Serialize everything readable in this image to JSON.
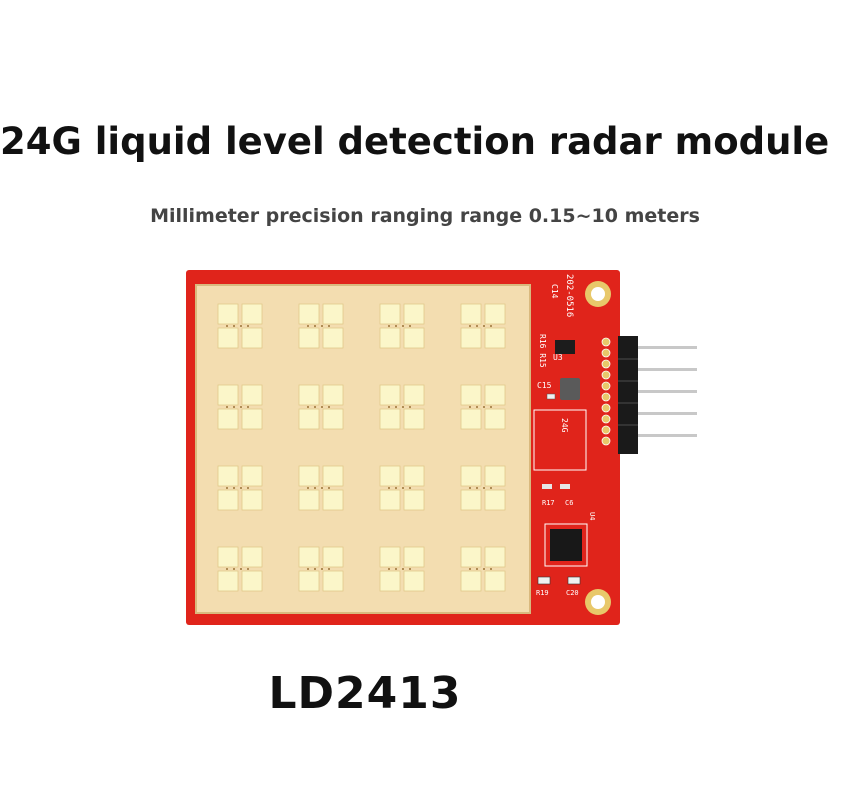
{
  "title": "24G liquid level detection radar module",
  "subtitle": "Millimeter precision ranging range 0.15~10 meters",
  "model": "LD2413",
  "board_silkscreen": {
    "date_code": "202-0516",
    "top_labels": [
      "C14",
      "R16 R15",
      "U3",
      "C15"
    ],
    "module_label": "24G",
    "bottom_labels": [
      "R17",
      "C6",
      "U4",
      "R19",
      "C20"
    ]
  },
  "colors": {
    "pcb_red": "#e0241b",
    "antenna_panel": "#f3ddb0",
    "antenna_patch": "#fbf6c9",
    "pin_header": "#1a1a1a",
    "pin_metal": "#bfbfbf"
  }
}
